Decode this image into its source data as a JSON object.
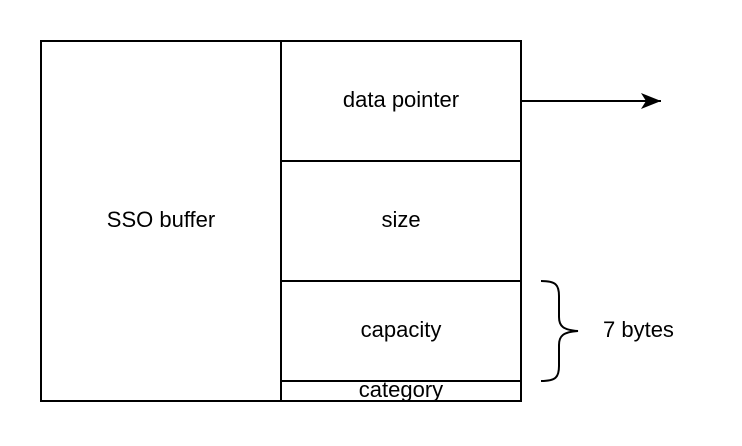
{
  "diagram": {
    "sso_buffer_label": "SSO buffer",
    "fields": {
      "data_pointer": "data pointer",
      "size": "size",
      "capacity": "capacity",
      "category": "category"
    },
    "brace_label": "7 bytes"
  },
  "colors": {
    "stroke": "#000000",
    "background": "#ffffff",
    "text": "#000000"
  }
}
